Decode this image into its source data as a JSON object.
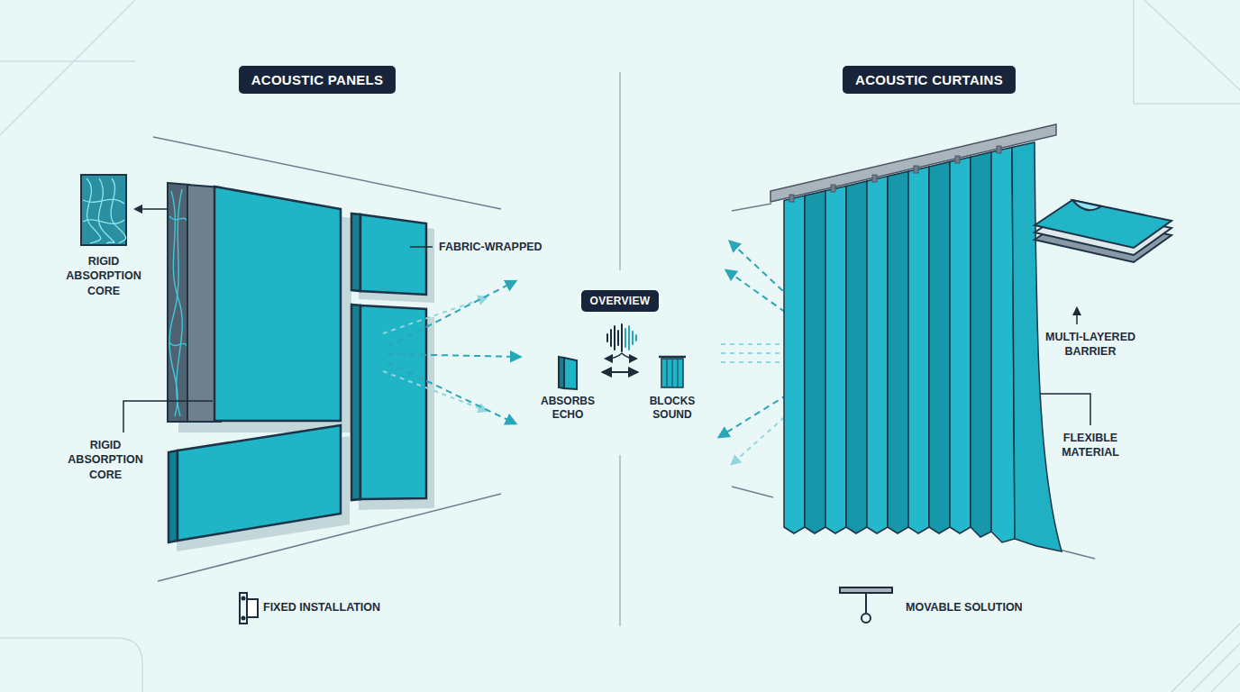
{
  "diagram": {
    "nodes": [
      {
        "text": [
          "ACOUSTIC PANELS"
        ]
      },
      {
        "text": [
          "ACOUSTIC CURTAINS"
        ]
      },
      {
        "text": [
          "OVERVIEW"
        ]
      },
      {
        "text": [
          "ABSORBS ECHO"
        ]
      },
      {
        "text": [
          "BLOCKS SOUND"
        ]
      }
    ],
    "edges": [
      {
        "from": 3,
        "to": 4,
        "arrow": "both"
      }
    ],
    "labels": [
      "RIGID ABSORPTION CORE",
      "FABRIC-WRAPPED",
      "RIGID ABSORPTION CORE",
      "MULTI-LAYERED BARRIER",
      "FLEXIBLE MATERIAL",
      "FIXED INSTALLATION",
      "MOVABLE SOLUTION"
    ]
  }
}
